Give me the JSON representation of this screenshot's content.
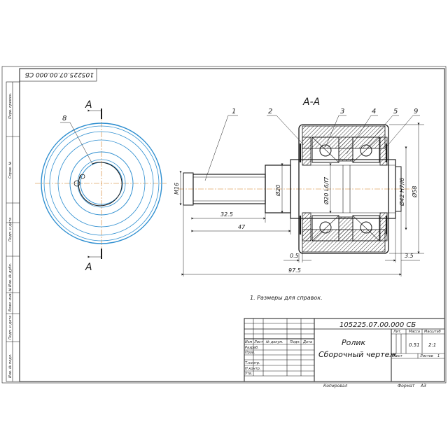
{
  "drawing": {
    "designation": "105225.07.00.000 СБ",
    "designation_rotated": "105225.07.00.000 СБ",
    "title_line1": "Ролик",
    "title_line2": "Сборочный чертеж",
    "section_label": "А-А",
    "cut_label_top": "А",
    "cut_label_bottom": "А",
    "note": "1. Размеры для справок.",
    "copied": "Копировал",
    "format_label": "Формат",
    "format_value": "А3"
  },
  "title_block": {
    "lit_header": "Лит.",
    "mass_header": "Масса",
    "scale_header": "Масштаб",
    "mass_value": "0.51",
    "scale_value": "2:1",
    "sheet_label": "Лист",
    "sheets_label": "Листов",
    "sheets_value": "1",
    "col_izm": "Изм",
    "col_list": "Лист",
    "col_doc": "№ докум.",
    "col_sign": "Подп.",
    "col_date": "Дата",
    "roles": [
      "Разраб.",
      "Пров.",
      "Т.контр.",
      "Н.контр.",
      "Утв."
    ]
  },
  "side_strip": [
    "Перв. примен.",
    "Справ. №",
    "Подп. и дата",
    "Инв. № дубл.",
    "Взам. инв. №",
    "Подп. и дата",
    "Инв. № подл."
  ],
  "positions": [
    "1",
    "2",
    "3",
    "4",
    "5",
    "9",
    "8"
  ],
  "dimensions": {
    "thread": "М16",
    "shaft_dia": "Ø20",
    "bearing_fit": "Ø20 L6/f7",
    "bore_fit": "Ø42 H7/l6",
    "outer_dia": "Ø58",
    "thread_len": "32.5",
    "len_47": "47",
    "gap": "0.5",
    "flange": "3.5",
    "total": "97.5"
  }
}
